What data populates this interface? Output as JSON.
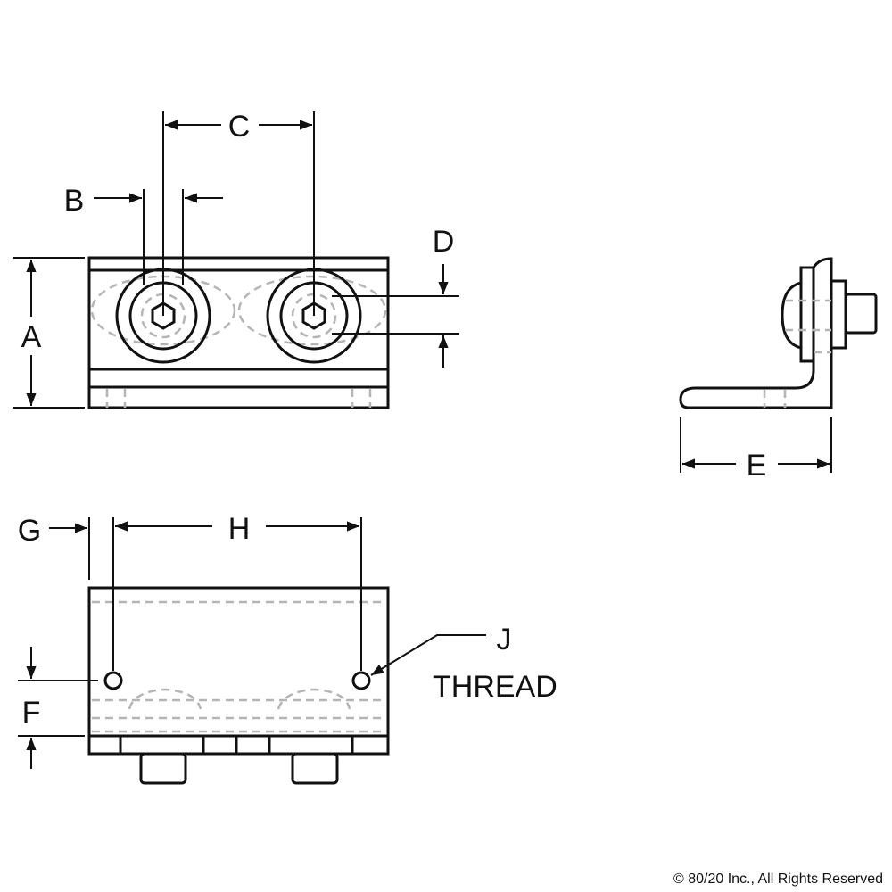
{
  "dimensions": {
    "A": "A",
    "B": "B",
    "C": "C",
    "D": "D",
    "E": "E",
    "F": "F",
    "G": "G",
    "H": "H",
    "J": "J",
    "thread": "THREAD"
  },
  "footer": {
    "copyright": "© 80/20 Inc., All Rights Reserved"
  },
  "colors": {
    "line": "#111111",
    "hidden_line": "#b5b5b5",
    "background": "#ffffff"
  }
}
